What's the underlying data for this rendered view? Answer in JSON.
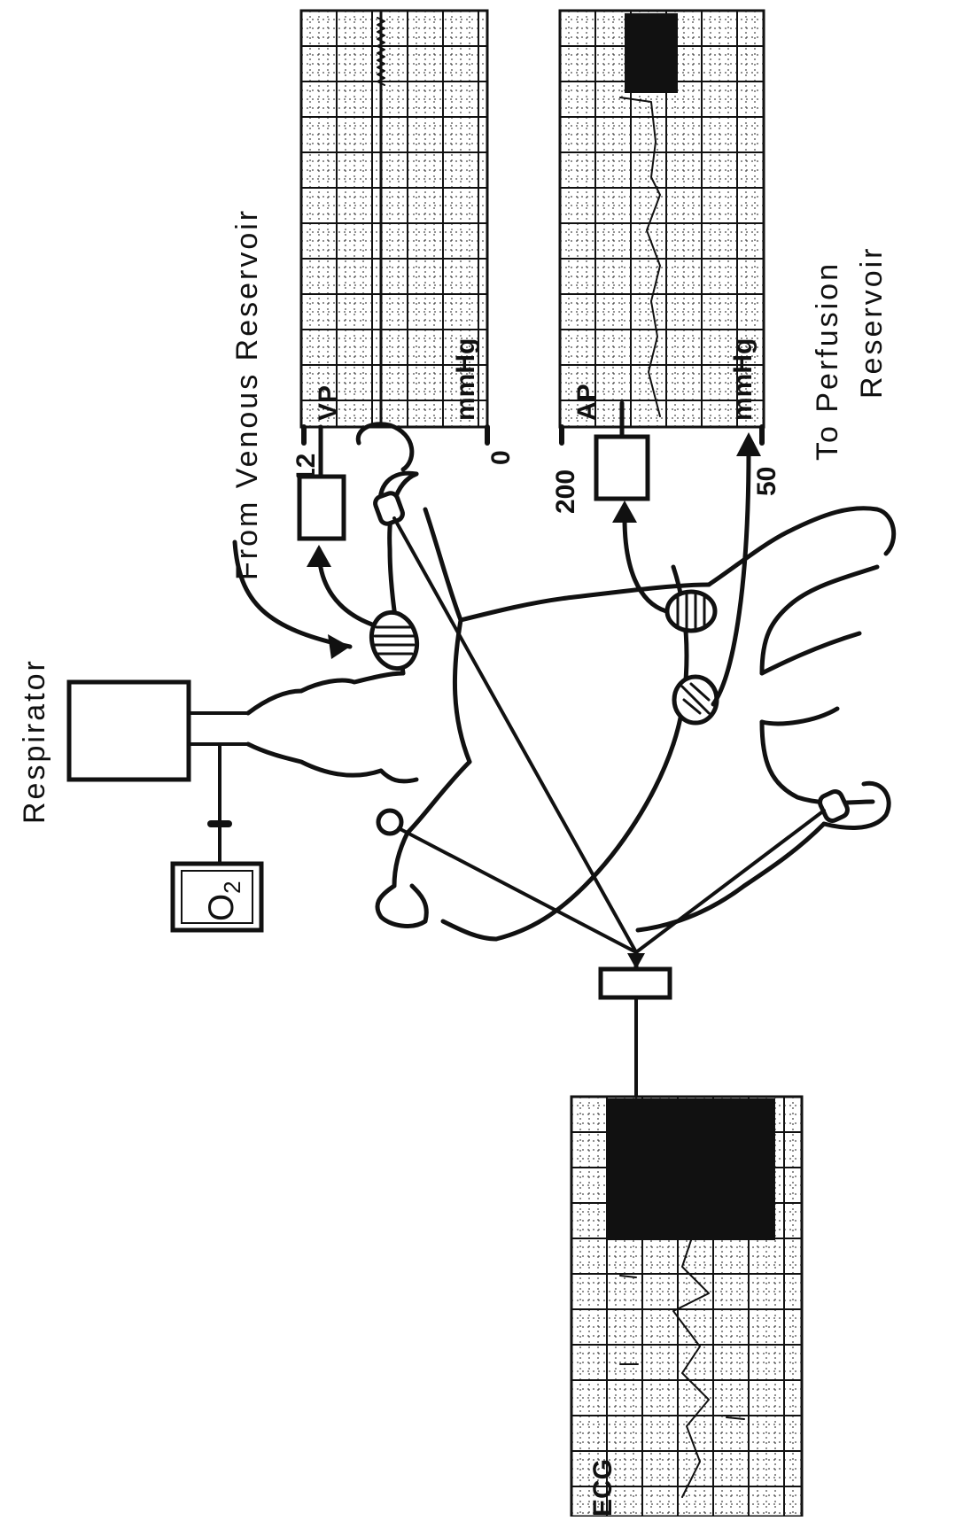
{
  "labels": {
    "respirator": "Respirator",
    "oxygen": "O",
    "oxygen_sub": "2",
    "from_venous": "From Venous Reservoir",
    "to_perfusion_line1": "To Perfusion",
    "to_perfusion_line2": "Reservoir"
  },
  "charts": {
    "vp": {
      "label": "VP",
      "unit": "mmHg",
      "max_tick": "12",
      "min_tick": "0"
    },
    "ap": {
      "label": "AP",
      "unit": "mmHg",
      "max_tick": "200",
      "min_tick": "50"
    },
    "ecg": {
      "label": "ECG"
    }
  }
}
